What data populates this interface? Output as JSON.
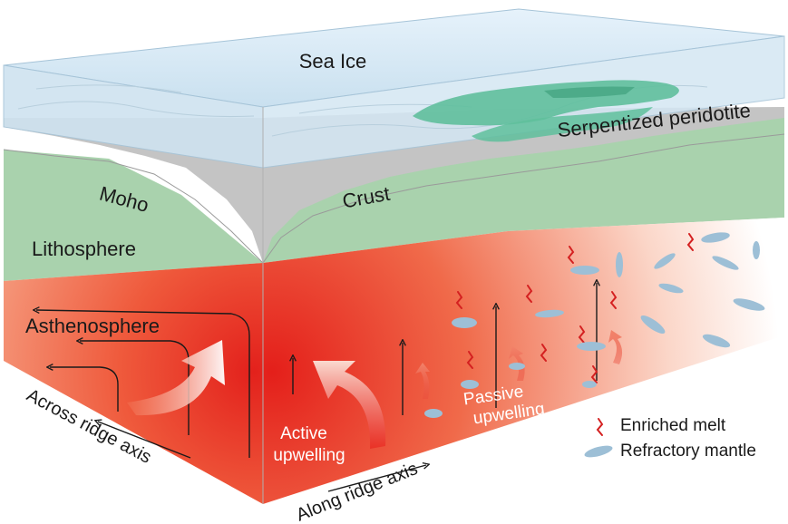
{
  "labels": {
    "sea_ice": "Sea Ice",
    "serpentized_peridotite": "Serpentized peridotite",
    "moho": "Moho",
    "crust": "Crust",
    "lithosphere": "Lithosphere",
    "asthenosphere": "Asthenosphere",
    "active_upwelling_1": "Active",
    "active_upwelling_2": "upwelling",
    "passive_upwelling_1": "Passive",
    "passive_upwelling_2": "upwelling",
    "across_ridge_axis": "Across ridge axis",
    "along_ridge_axis": "Along ridge axis"
  },
  "legend": {
    "enriched_melt": "Enriched melt",
    "refractory_mantle": "Refractory mantle"
  },
  "colors": {
    "sea_ice": "#d6e9f5",
    "serpentinite": "#5fbf9c",
    "crust": "#c3c3c3",
    "lithosphere": "#a9d2ad",
    "asthenosphere_hot": "#e8251e",
    "asthenosphere_warm": "#f27a55",
    "enriched_melt": "#d42020",
    "refractory_mantle": "#9dbfd6"
  }
}
